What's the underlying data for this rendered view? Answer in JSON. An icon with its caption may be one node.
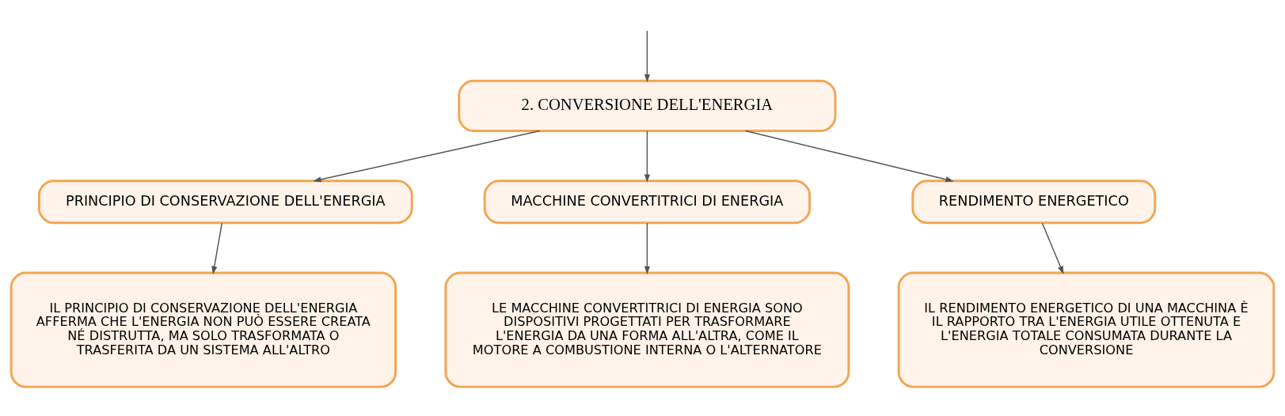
{
  "diagram": {
    "nodes": [
      {
        "text": [
          "2. CONVERSIONE DELL'ENERGIA"
        ]
      },
      {
        "text": [
          "PRINCIPIO DI CONSERVAZIONE DELL'ENERGIA"
        ]
      },
      {
        "text": [
          "MACCHINE CONVERTITRICI DI ENERGIA"
        ]
      },
      {
        "text": [
          "RENDIMENTO ENERGETICO"
        ]
      },
      {
        "text": [
          "IL PRINCIPIO DI CONSERVAZIONE DELL'ENERGIA AFFERMA CHE L'ENERGIA NON PUÒ ESSERE CREATA NÉ DISTRUTTA, MA SOLO TRASFORMATA O TRASFERITA DA UN SISTEMA ALL'ALTRO"
        ]
      },
      {
        "text": [
          "LE MACCHINE CONVERTITRICI DI ENERGIA SONO DISPOSITIVI PROGETTATI PER TRASFORMARE L'ENERGIA DA UNA FORMA ALL'ALTRA, COME IL MOTORE A COMBUSTIONE INTERNA O L'ALTERNATORE"
        ]
      },
      {
        "text": [
          "IL RENDIMENTO ENERGETICO DI UNA MACCHINA È IL RAPPORTO TRA L'ENERGIA UTILE OTTENUTA E L'ENERGIA TOTALE CONSUMATA DURANTE LA CONVERSIONE"
        ]
      }
    ],
    "edges": [
      {
        "from": null,
        "to": 0,
        "arrow": "to"
      },
      {
        "from": 0,
        "to": 1,
        "arrow": "to"
      },
      {
        "from": 0,
        "to": 2,
        "arrow": "to"
      },
      {
        "from": 0,
        "to": 3,
        "arrow": "to"
      },
      {
        "from": 1,
        "to": 4,
        "arrow": "to"
      },
      {
        "from": 2,
        "to": 5,
        "arrow": "to"
      },
      {
        "from": 3,
        "to": 6,
        "arrow": "to"
      }
    ]
  }
}
